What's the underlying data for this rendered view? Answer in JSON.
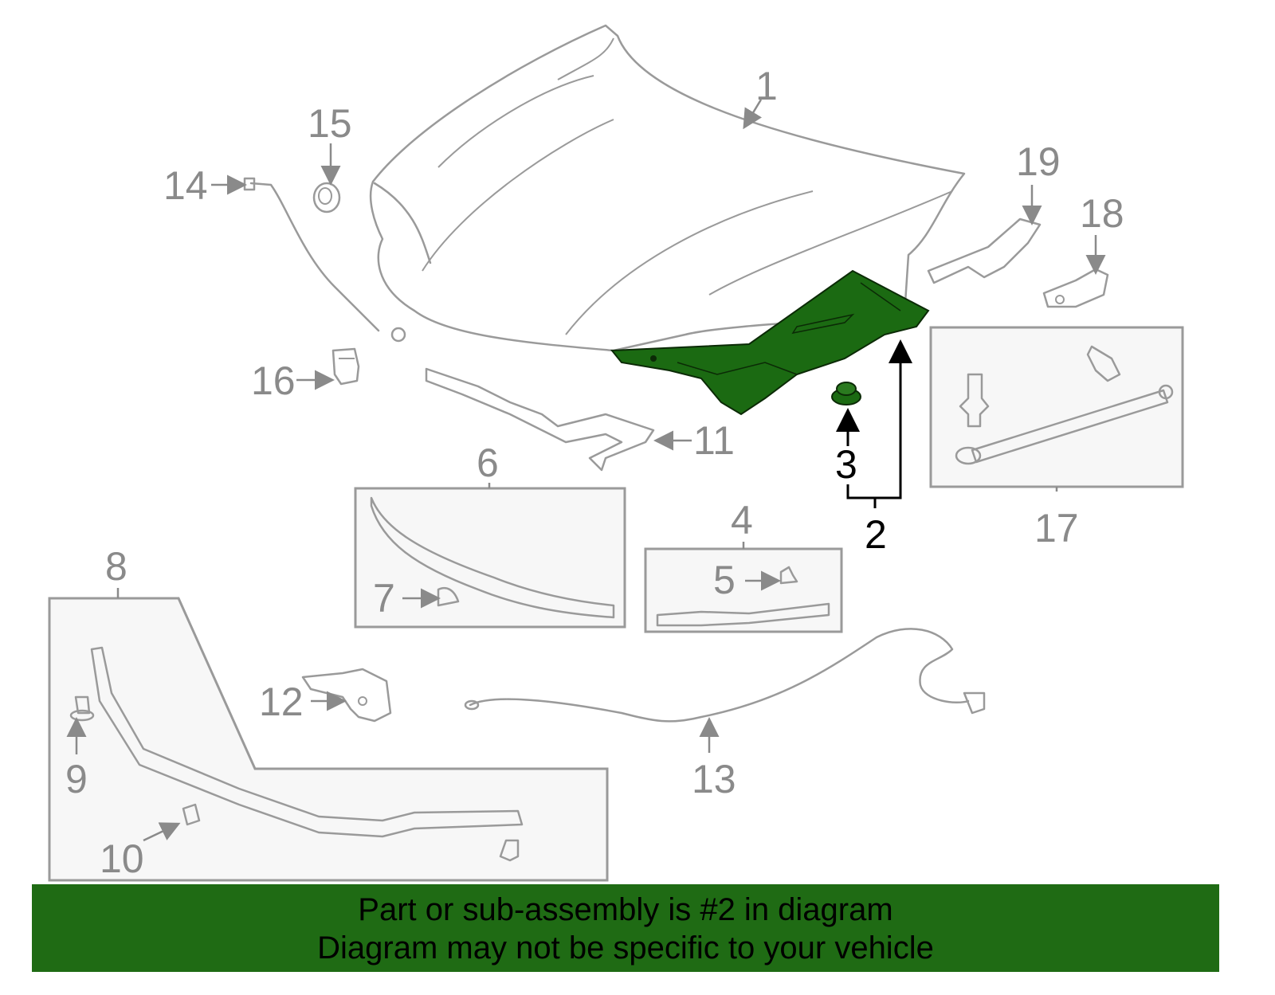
{
  "callouts": {
    "n1": "1",
    "n2": "2",
    "n3": "3",
    "n4": "4",
    "n5": "5",
    "n6": "6",
    "n7": "7",
    "n8": "8",
    "n9": "9",
    "n10": "10",
    "n11": "11",
    "n12": "12",
    "n13": "13",
    "n14": "14",
    "n15": "15",
    "n16": "16",
    "n17": "17",
    "n18": "18",
    "n19": "19"
  },
  "highlighted_part": "2",
  "colors": {
    "highlight": "#1b6a12",
    "banner": "#1f6b14",
    "parts": "#9a9a9a"
  },
  "banner": {
    "line1": "Part or sub-assembly is #2 in diagram",
    "line2": "Diagram may not be specific to your vehicle"
  }
}
